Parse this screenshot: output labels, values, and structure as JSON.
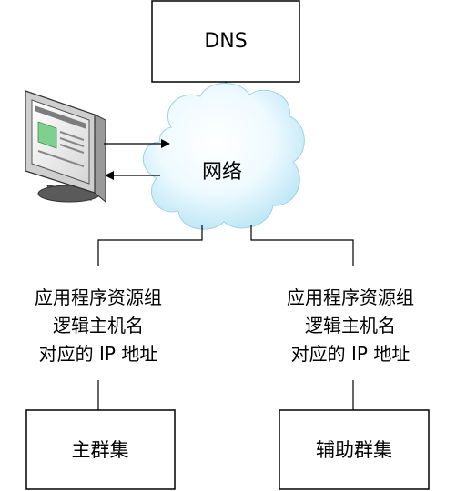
{
  "dns_box": {
    "label": "DNS"
  },
  "network": {
    "label": "网络"
  },
  "primary_mapping": {
    "lines": [
      "应用程序资源组",
      "逻辑主机名",
      "对应的 IP 地址"
    ]
  },
  "secondary_mapping": {
    "lines": [
      "应用程序资源组",
      "逻辑主机名",
      "对应的 IP 地址"
    ]
  },
  "primary_cluster": {
    "label": "主群集"
  },
  "secondary_cluster": {
    "label": "辅助群集"
  }
}
